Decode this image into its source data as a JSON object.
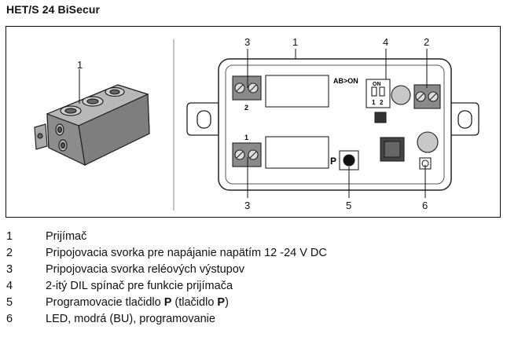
{
  "title": "HET/S 24 BiSecur",
  "figure": {
    "callouts": {
      "left_receiver": "1",
      "top_terminal": "3",
      "top_housing": "1",
      "top_dip": "4",
      "top_power": "2",
      "bottom_terminal": "3",
      "bottom_button": "5",
      "bottom_led": "6"
    },
    "board_labels": {
      "terminal_top": "2",
      "terminal_bottom": "1",
      "dip_rule": "AB>ON",
      "dip_on": "ON",
      "dip_1": "1",
      "dip_2": "2",
      "button_p": "P"
    }
  },
  "legend": [
    {
      "num": "1",
      "parts": [
        {
          "t": "Prijímač"
        }
      ]
    },
    {
      "num": "2",
      "parts": [
        {
          "t": "Pripojovacia svorka pre napájanie napätím 12 -24 V DC"
        }
      ]
    },
    {
      "num": "3",
      "parts": [
        {
          "t": "Pripojovacia svorka reléových výstupov"
        }
      ]
    },
    {
      "num": "4",
      "parts": [
        {
          "t": "2-itý DIL spínač pre funkcie prijímača"
        }
      ]
    },
    {
      "num": "5",
      "parts": [
        {
          "t": "Programovacie tlačidlo "
        },
        {
          "t": "P",
          "b": true
        },
        {
          "t": " (tlačidlo "
        },
        {
          "t": "P",
          "b": true
        },
        {
          "t": ")"
        }
      ]
    },
    {
      "num": "6",
      "parts": [
        {
          "t": "LED, modrá (BU), programovanie"
        }
      ]
    }
  ]
}
